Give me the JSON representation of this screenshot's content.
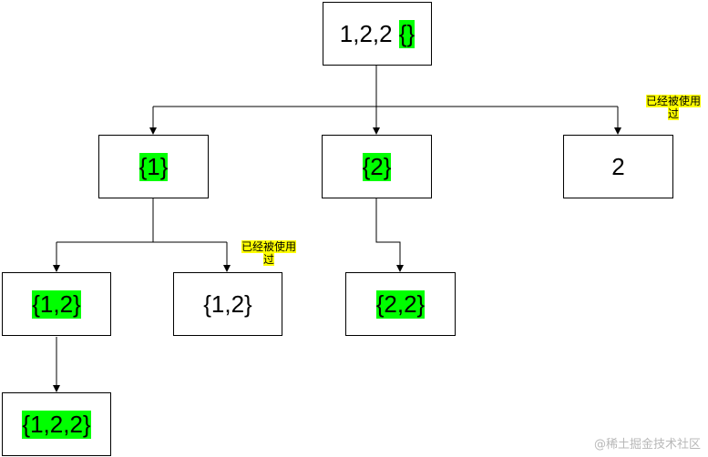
{
  "nodes": {
    "root": {
      "prefix": "1,2,2 ",
      "highlight": "{}"
    },
    "n1": {
      "text": "{1}",
      "highlighted": true
    },
    "n2": {
      "text": "{2}",
      "highlighted": true
    },
    "n3": {
      "text": "2",
      "highlighted": false
    },
    "n12a": {
      "text": "{1,2}",
      "highlighted": true
    },
    "n12b": {
      "text": "{1,2}",
      "highlighted": false
    },
    "n22": {
      "text": "{2,2}",
      "highlighted": true
    },
    "n122": {
      "text": "{1,2,2}",
      "highlighted": true
    }
  },
  "notes": {
    "used_1": {
      "line1": "已经被使用",
      "line2": "过"
    },
    "used_2": {
      "line1": "已经被使用",
      "line2": "过"
    }
  },
  "colors": {
    "highlight": "#00ff00",
    "note_highlight": "#ffff00"
  },
  "watermark": "@稀土掘金技术社区"
}
